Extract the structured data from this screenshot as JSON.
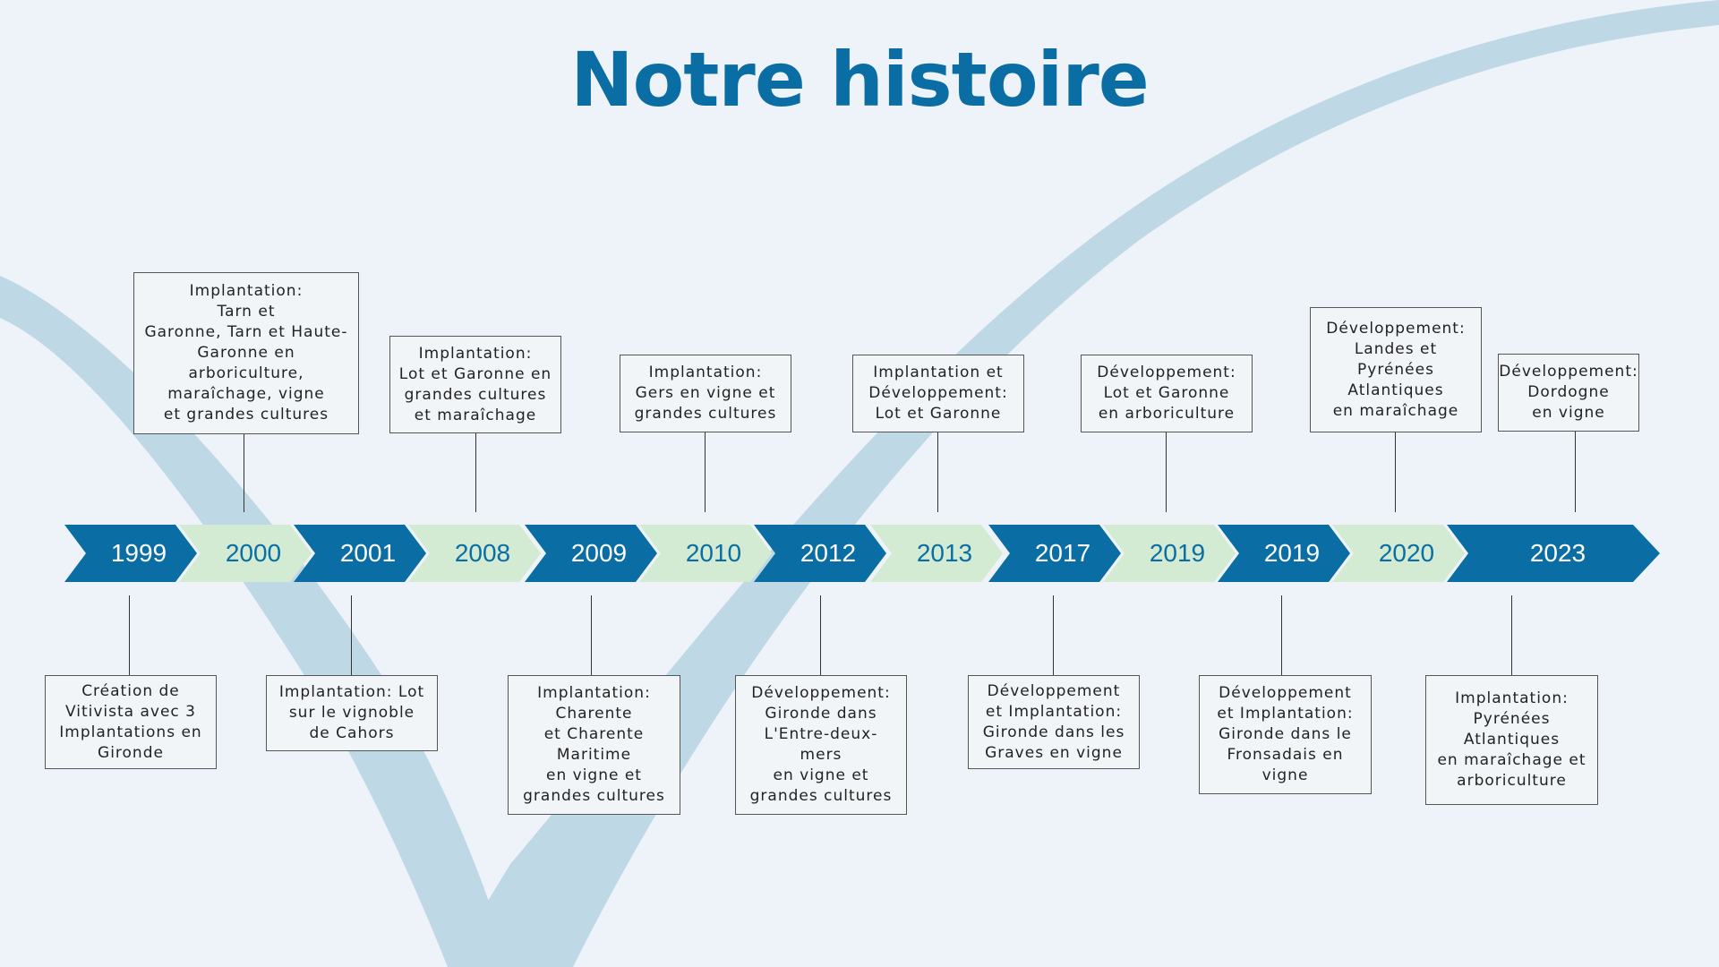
{
  "title": "Notre histoire",
  "colors": {
    "dark": "#0a6ea4",
    "light": "#d3ead3",
    "title": "#0a6ea4",
    "swoosh": "#bfd8e6"
  },
  "timeline": [
    {
      "year": "1999",
      "tone": "dark"
    },
    {
      "year": "2000",
      "tone": "light"
    },
    {
      "year": "2001",
      "tone": "dark"
    },
    {
      "year": "2008",
      "tone": "light"
    },
    {
      "year": "2009",
      "tone": "dark"
    },
    {
      "year": "2010",
      "tone": "light"
    },
    {
      "year": "2012",
      "tone": "dark"
    },
    {
      "year": "2013",
      "tone": "light"
    },
    {
      "year": "2017",
      "tone": "dark"
    },
    {
      "year": "2019",
      "tone": "light"
    },
    {
      "year": "2019",
      "tone": "dark"
    },
    {
      "year": "2020",
      "tone": "light"
    },
    {
      "year": "2023",
      "tone": "dark"
    }
  ],
  "events": {
    "e1999": "Création de\nVitivista avec 3\nImplantations en\nGironde",
    "e2000": "Implantation:\nTarn et\nGaronne, Tarn et Haute-\nGaronne en\narboriculture,\nmaraîchage, vigne\net grandes cultures",
    "e2001": "Implantation: Lot\nsur le vignoble\nde Cahors",
    "e2008": "Implantation:\nLot et Garonne en\ngrandes cultures\net maraîchage",
    "e2009": "Implantation:\nCharente\net Charente\nMaritime\nen vigne et\ngrandes cultures",
    "e2010": "Implantation:\nGers en vigne et\ngrandes cultures",
    "e2012": "Développement:\nGironde dans\nL'Entre-deux-\nmers\nen vigne et\ngrandes cultures",
    "e2013": "Implantation et\nDéveloppement:\nLot et Garonne",
    "e2017": "Développement\net Implantation:\nGironde dans les\nGraves en vigne",
    "e2019a": "Développement:\nLot et Garonne\nen arboriculture",
    "e2019b": "Développement\net Implantation:\nGironde dans le\nFronsadais en\nvigne",
    "e2020": "Développement:\nLandes et\nPyrénées\nAtlantiques\nen maraîchage",
    "e2023top": "Développement:\nDordogne\nen vigne",
    "e2023bottom": "Implantation:\nPyrénées\nAtlantiques\nen maraîchage et\narboriculture"
  }
}
